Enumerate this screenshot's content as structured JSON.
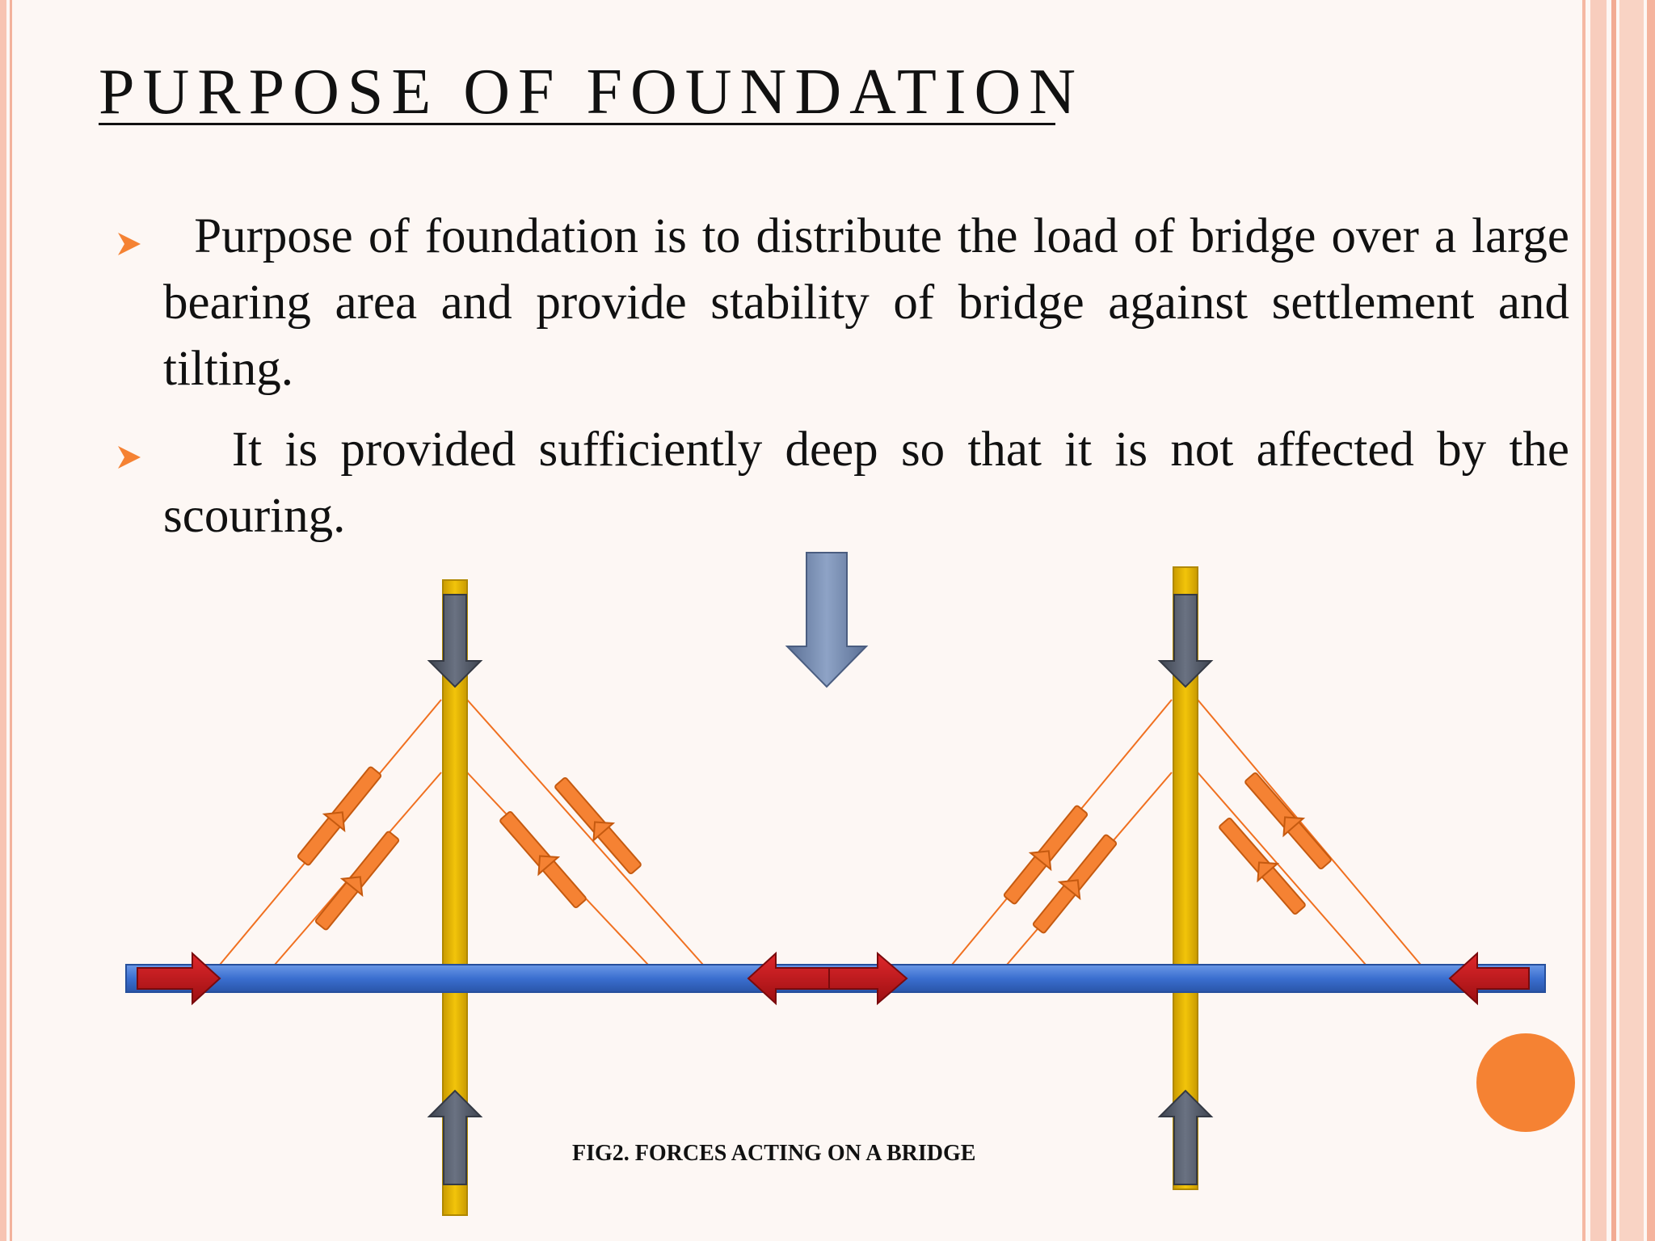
{
  "slide": {
    "title": "PURPOSE OF FOUNDATION",
    "bullets": [
      "  Purpose of foundation is to distribute the load of bridge over a large bearing area and provide stability of bridge against settlement and tilting.",
      "   It is provided sufficiently deep so that it is not affected by the scouring."
    ],
    "figure_caption": "FIG2. FORCES ACTING ON A BRIDGE"
  },
  "colors": {
    "background": "#fdf7f4",
    "accent_orange": "#f58233",
    "stripe_pink": "#f7c4b2",
    "deck_blue": "#3b6fd0",
    "tower_gold": "#e6b800",
    "tension_red": "#c4171c",
    "load_gray": "#5a6272",
    "load_blue_gray": "#6d84a8"
  },
  "icons": {
    "bullet": "arrowhead-bullet-icon",
    "decoration": "orange-circle-icon"
  }
}
